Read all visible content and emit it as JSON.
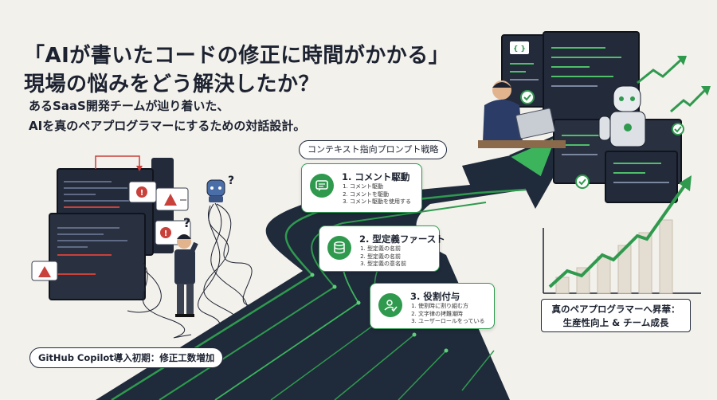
{
  "headline": {
    "line1": "「AIが書いたコードの修正に時間がかかる」",
    "line2": "現場の悩みをどう解決したか？"
  },
  "subhead": {
    "line1": "あるSaaS開発チームが辿り着いた、",
    "line2": "AIを真のペアプログラマーにするための対話設計。"
  },
  "strategy_label": "コンテキスト指向プロンプト戦略",
  "steps": [
    {
      "title": "1. コメント駆動",
      "icon": "comment-icon",
      "items": [
        "コメント駆動",
        "コメントを駆動",
        "コメント駆動を使用する"
      ]
    },
    {
      "title": "2. 型定義ファースト",
      "icon": "database-icon",
      "items": [
        "型定義の名前",
        "型定義の名前",
        "型定義の意名前"
      ]
    },
    {
      "title": "3. 役割付与",
      "icon": "user-check-icon",
      "items": [
        "使割時に割り組む方",
        "文字律の拷難潮時",
        "ユーザーロールをっている"
      ]
    }
  ],
  "before_label": "GitHub Copilot導入初期：修正工数増加",
  "after_label": {
    "line1": "真のペアプログラマーへ昇華：",
    "line2": "生産性向上 & チーム成長"
  },
  "colors": {
    "background": "#f3f1ec",
    "accent_green": "#2f9a4e",
    "dark_navy": "#1c2230",
    "alert_red": "#c8413b"
  }
}
